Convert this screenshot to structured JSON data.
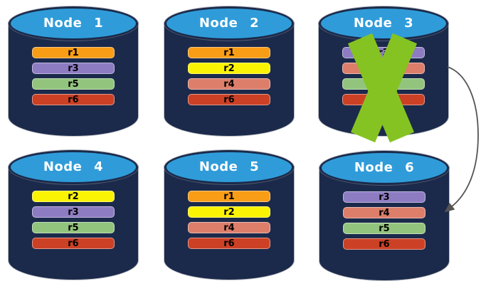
{
  "colors": {
    "background": "#ffffff",
    "cylinder_body": "#1B2A4B",
    "cylinder_top": "#2F9CD9",
    "node_title": "#ffffff",
    "replica_label": "#000000",
    "failure_x": "#85C322",
    "arrow": "#545454"
  },
  "nodes": [
    {
      "title": "Node 1",
      "failed": false,
      "replicas": [
        {
          "label": "r1",
          "color": "#F99D16"
        },
        {
          "label": "r3",
          "color": "#8E7CC3"
        },
        {
          "label": "r5",
          "color": "#93C47D"
        },
        {
          "label": "r6",
          "color": "#CC4125"
        }
      ]
    },
    {
      "title": "Node 2",
      "failed": false,
      "replicas": [
        {
          "label": "r1",
          "color": "#F99D16"
        },
        {
          "label": "r2",
          "color": "#FBF304"
        },
        {
          "label": "r4",
          "color": "#DD7E6B"
        },
        {
          "label": "r6",
          "color": "#CC4125"
        }
      ]
    },
    {
      "title": "Node 3",
      "failed": true,
      "replicas": [
        {
          "label": "r3",
          "color": "#8E7CC3"
        },
        {
          "label": "r4",
          "color": "#DD7E6B"
        },
        {
          "label": "r5",
          "color": "#93C47D"
        },
        {
          "label": "r6",
          "color": "#CC4125"
        }
      ]
    },
    {
      "title": "Node 4",
      "failed": false,
      "replicas": [
        {
          "label": "r2",
          "color": "#FBF304"
        },
        {
          "label": "r3",
          "color": "#8E7CC3"
        },
        {
          "label": "r5",
          "color": "#93C47D"
        },
        {
          "label": "r6",
          "color": "#CC4125"
        }
      ]
    },
    {
      "title": "Node 5",
      "failed": false,
      "replicas": [
        {
          "label": "r1",
          "color": "#F99D16"
        },
        {
          "label": "r2",
          "color": "#FBF304"
        },
        {
          "label": "r4",
          "color": "#DD7E6B"
        },
        {
          "label": "r6",
          "color": "#CC4125"
        }
      ]
    },
    {
      "title": "Node 6",
      "failed": false,
      "replicas": [
        {
          "label": "r3",
          "color": "#8E7CC3"
        },
        {
          "label": "r4",
          "color": "#DD7E6B"
        },
        {
          "label": "r5",
          "color": "#93C47D"
        },
        {
          "label": "r6",
          "color": "#CC4125"
        }
      ]
    }
  ],
  "annotations": {
    "failed_node": "Node 3",
    "arrow_from": "Node 3",
    "arrow_to": "Node 6"
  }
}
